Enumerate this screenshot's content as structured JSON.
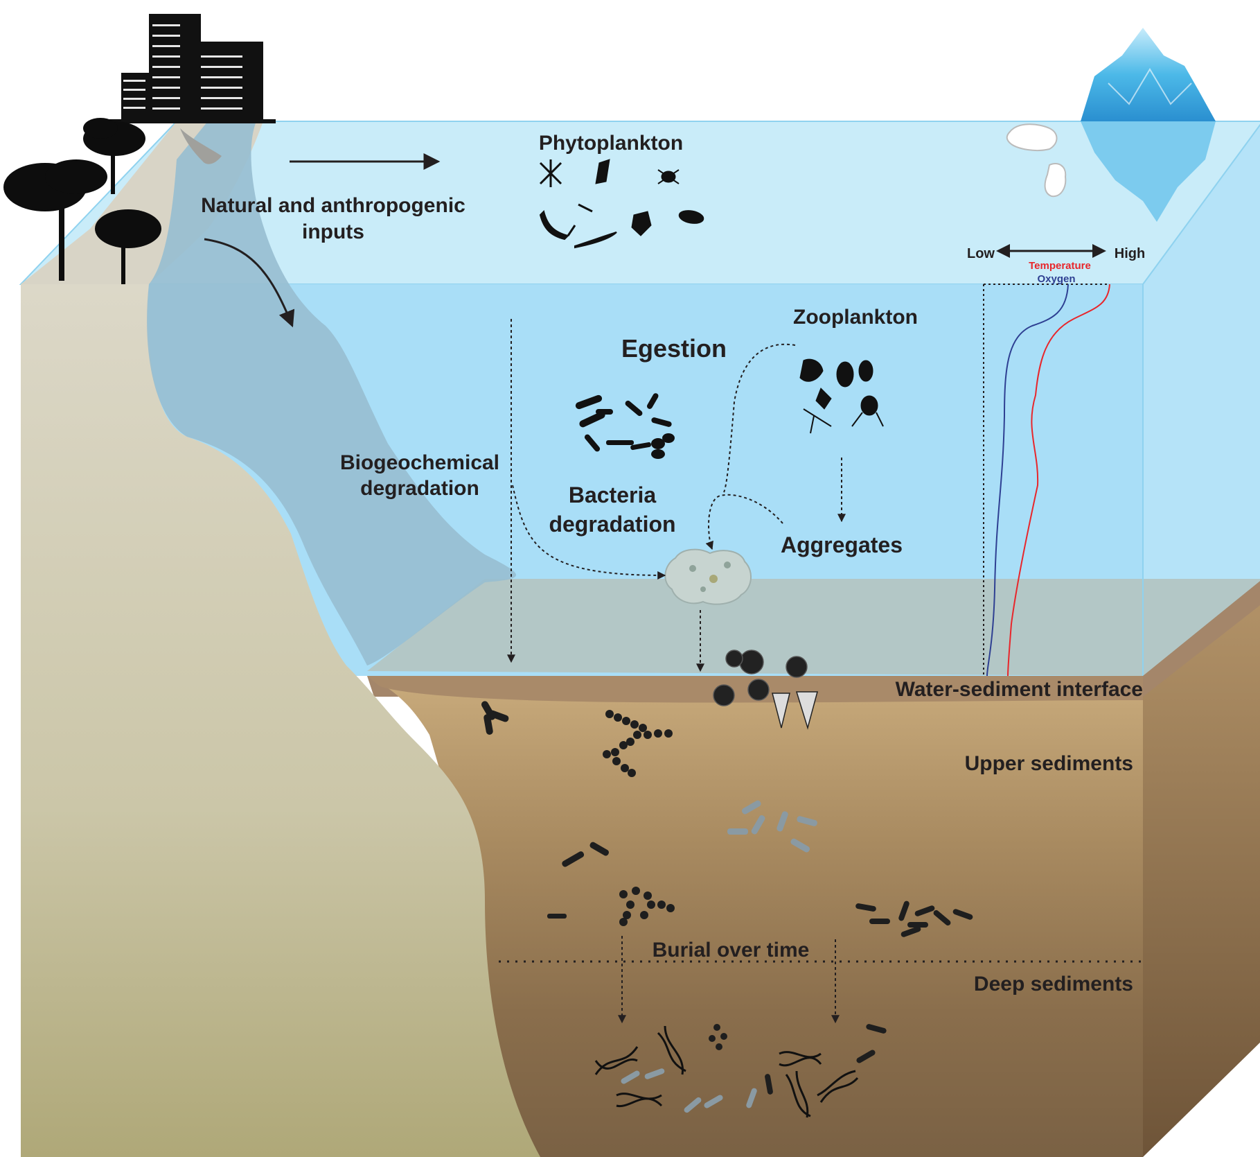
{
  "diagram": {
    "labels": {
      "inputs_line1": "Natural and anthropogenic",
      "inputs_line2": "inputs",
      "phytoplankton": "Phytoplankton",
      "zooplankton": "Zooplankton",
      "egestion": "Egestion",
      "biogeo_line1": "Biogeochemical",
      "biogeo_line2": "degradation",
      "bacteria_line1": "Bacteria",
      "bacteria_line2": "degradation",
      "aggregates": "Aggregates",
      "water_sediment": "Water-sediment interface",
      "upper_sediments": "Upper sediments",
      "burial": "Burial over time",
      "deep_sediments": "Deep sediments"
    },
    "profile_legend": {
      "low": "Low",
      "high": "High",
      "temperature": "Temperature",
      "oxygen": "Oxygen",
      "temperature_color": "#e8262b",
      "oxygen_color": "#2e3f92"
    },
    "colors": {
      "water_surface": "#c9ecf9",
      "water_body": "#a9def7",
      "sediment_top": "#a4876a",
      "sediment_upper": "#c6a87a",
      "sediment_deep": "#7a6145",
      "cliff": "#d6d2c0",
      "iceberg": "#5bc2ec"
    },
    "icons": [
      "city-buildings-icon",
      "tree-icon",
      "iceberg-icon",
      "ice-floe-icon",
      "phytoplankton-icon",
      "zooplankton-icon",
      "fecal-pellet-icon",
      "aggregate-icon",
      "foraminifera-icon",
      "bacteria-icon",
      "dna-icon"
    ]
  }
}
